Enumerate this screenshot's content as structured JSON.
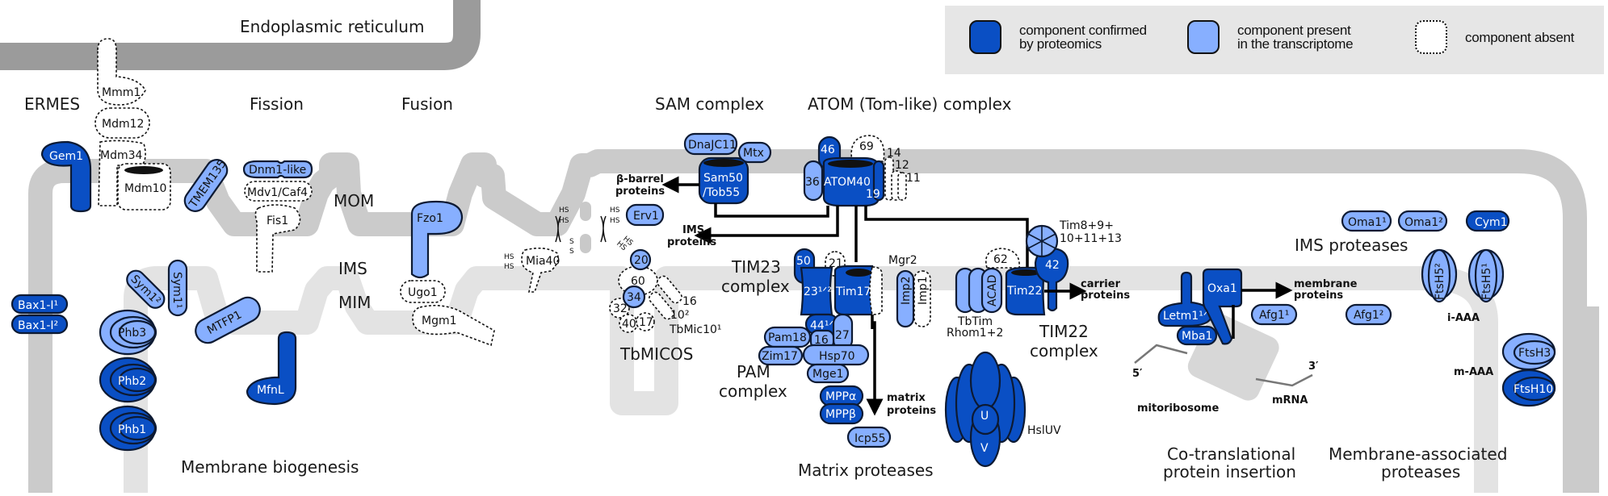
{
  "legend": {
    "items": [
      {
        "label": "component confirmed\nby proteomics",
        "status": "confirmed",
        "color": "#0a4fc4"
      },
      {
        "label": "component present\nin the transcriptome",
        "status": "transcriptome",
        "color": "#87afff"
      },
      {
        "label": "component absent",
        "status": "absent",
        "color": "#ffffff"
      }
    ]
  },
  "compartments": {
    "er": "Endoplasmic reticulum",
    "mom": "MOM",
    "ims": "IMS",
    "mim": "MIM"
  },
  "sections": {
    "ermes": "ERMES",
    "fission": "Fission",
    "fusion": "Fusion",
    "sam": "SAM complex",
    "atom": "ATOM (Tom-like) complex",
    "tim23": [
      "TIM23",
      "complex"
    ],
    "pam": [
      "PAM",
      "complex"
    ],
    "tim22": [
      "TIM22",
      "complex"
    ],
    "micos": "TbMICOS",
    "membrane_biogenesis": "Membrane biogenesis",
    "matrix_proteases": "Matrix proteases",
    "cotranslational": [
      "Co-translational",
      "protein insertion"
    ],
    "membrane_proteases": [
      "Membrane-associated",
      "proteases"
    ],
    "ims_proteases": "IMS proteases"
  },
  "components": {
    "ermes": [
      {
        "name": "Mmm1",
        "status": "absent"
      },
      {
        "name": "Mdm12",
        "status": "absent"
      },
      {
        "name": "Mdm34",
        "status": "absent"
      },
      {
        "name": "Mdm10",
        "status": "absent"
      },
      {
        "name": "Gem1",
        "status": "confirmed"
      }
    ],
    "fission": [
      {
        "name": "TMEM135",
        "status": "transcriptome"
      },
      {
        "name": "Dnm1-like",
        "status": "transcriptome"
      },
      {
        "name": "Mdv1/Caf4",
        "status": "absent"
      },
      {
        "name": "Fis1",
        "status": "absent"
      }
    ],
    "fusion": [
      {
        "name": "Fzo1",
        "status": "transcriptome"
      },
      {
        "name": "Ugo1",
        "status": "absent"
      },
      {
        "name": "Mgm1",
        "status": "absent"
      }
    ],
    "membrane_biogenesis": [
      {
        "name": "Bax1-I¹",
        "status": "confirmed"
      },
      {
        "name": "Bax1-I²",
        "status": "confirmed"
      },
      {
        "name": "Sym1²",
        "status": "transcriptome"
      },
      {
        "name": "Sym1¹",
        "status": "transcriptome"
      },
      {
        "name": "MTFP1",
        "status": "transcriptome"
      },
      {
        "name": "MfnL",
        "status": "confirmed"
      },
      {
        "name": "Phb3",
        "status": "transcriptome"
      },
      {
        "name": "Phb2",
        "status": "confirmed"
      },
      {
        "name": "Phb1",
        "status": "confirmed"
      }
    ],
    "mia": [
      {
        "name": "Mia40",
        "status": "absent"
      },
      {
        "name": "Erv1",
        "status": "transcriptome"
      }
    ],
    "sam": [
      {
        "name": "DnaJC11",
        "status": "transcriptome"
      },
      {
        "name": "Mtx",
        "status": "transcriptome"
      },
      {
        "name": "Sam50\n/Tob55",
        "status": "confirmed"
      }
    ],
    "atom": [
      {
        "name": "46",
        "status": "confirmed"
      },
      {
        "name": "69",
        "status": "absent"
      },
      {
        "name": "36",
        "status": "transcriptome"
      },
      {
        "name": "ATOM40",
        "status": "confirmed"
      },
      {
        "name": "19",
        "status": "confirmed"
      },
      {
        "name": "14",
        "status": "absent"
      },
      {
        "name": "12",
        "status": "absent"
      },
      {
        "name": "11",
        "status": "absent"
      }
    ],
    "micos": [
      {
        "name": "20",
        "status": "transcriptome"
      },
      {
        "name": "60",
        "status": "absent"
      },
      {
        "name": "34",
        "status": "transcriptome"
      },
      {
        "name": "32",
        "status": "absent"
      },
      {
        "name": "40",
        "status": "absent"
      },
      {
        "name": "17",
        "status": "absent"
      },
      {
        "name": "16",
        "status": "absent"
      },
      {
        "name": "10²",
        "status": "absent"
      },
      {
        "name": "TbMic10¹",
        "status": "absent"
      }
    ],
    "tim23": [
      {
        "name": "50",
        "status": "confirmed"
      },
      {
        "name": "21",
        "status": "absent"
      },
      {
        "name": "23¹ᐟ²",
        "status": "confirmed"
      },
      {
        "name": "Tim17",
        "status": "confirmed"
      },
      {
        "name": "Mgr2",
        "status": "absent"
      },
      {
        "name": "44¹ᐟ²",
        "status": "confirmed"
      }
    ],
    "pam": [
      {
        "name": "27",
        "status": "transcriptome"
      },
      {
        "name": "Pam18",
        "status": "transcriptome"
      },
      {
        "name": "16",
        "status": "transcriptome"
      },
      {
        "name": "Zim17",
        "status": "transcriptome"
      },
      {
        "name": "Hsp70",
        "status": "transcriptome"
      },
      {
        "name": "Mge1",
        "status": "transcriptome"
      }
    ],
    "imp": [
      {
        "name": "Imp2",
        "status": "transcriptome"
      },
      {
        "name": "Imp1",
        "status": "absent"
      }
    ],
    "matrix_proteases": [
      {
        "name": "MPPα",
        "status": "confirmed"
      },
      {
        "name": "MPPβ",
        "status": "confirmed"
      },
      {
        "name": "Icp55",
        "status": "transcriptome"
      },
      {
        "name": "HslUV",
        "status": "confirmed",
        "subunits": [
          "U",
          "V"
        ]
      }
    ],
    "tim22": [
      {
        "name": "TbTim\nRhom1+2",
        "status": "transcriptome"
      },
      {
        "name": "ACAD",
        "status": "transcriptome"
      },
      {
        "name": "62",
        "status": "absent"
      },
      {
        "name": "Tim22",
        "status": "confirmed"
      },
      {
        "name": "42",
        "status": "confirmed"
      },
      {
        "name": "Tim8+9+\n10+11+13",
        "status": "transcriptome"
      }
    ],
    "cotranslational": [
      {
        "name": "Oxa1",
        "status": "confirmed"
      },
      {
        "name": "Letm1¹ᐟ²",
        "status": "confirmed"
      },
      {
        "name": "Mba1",
        "status": "confirmed"
      }
    ],
    "membrane_proteases": [
      {
        "name": "Afg1¹",
        "status": "transcriptome"
      },
      {
        "name": "Afg1²",
        "status": "transcriptome"
      },
      {
        "name": "FtsH5²",
        "status": "transcriptome",
        "group": "i-AAA"
      },
      {
        "name": "FtsH5¹",
        "status": "transcriptome",
        "group": "i-AAA"
      },
      {
        "name": "FtsH3",
        "status": "transcriptome",
        "group": "m-AAA"
      },
      {
        "name": "FtsH10",
        "status": "confirmed",
        "group": "m-AAA"
      }
    ],
    "ims_proteases": [
      {
        "name": "Oma1¹",
        "status": "transcriptome"
      },
      {
        "name": "Oma1²",
        "status": "transcriptome"
      },
      {
        "name": "Cym1",
        "status": "confirmed"
      }
    ]
  },
  "annotations": {
    "beta_barrel": [
      "β-barrel",
      "proteins"
    ],
    "ims_proteins": [
      "IMS",
      "proteins"
    ],
    "carrier_proteins": [
      "carrier",
      "proteins"
    ],
    "matrix_proteins": [
      "matrix",
      "proteins"
    ],
    "membrane_proteins": [
      "membrane",
      "proteins"
    ],
    "i_aaa": "i-AAA",
    "m_aaa": "m-AAA",
    "mitoribosome": "mitoribosome",
    "mrna": "mRNA",
    "five_prime": "5′",
    "three_prime": "3′",
    "hs": "HS",
    "s": "S"
  }
}
